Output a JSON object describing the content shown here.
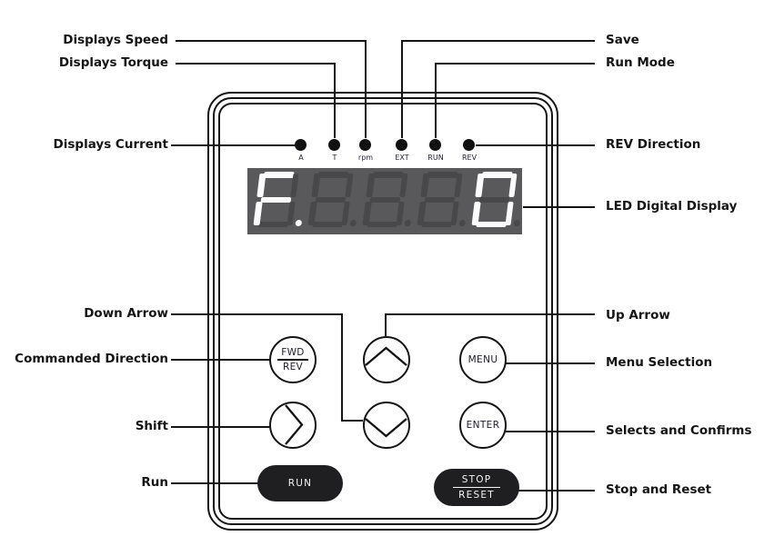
{
  "figure": {
    "type": "keypad-callout-diagram",
    "accent_color": "#141414",
    "background": "#ffffff"
  },
  "callouts_left": {
    "speed": "Displays Speed",
    "torque": "Displays Torque",
    "current": "Displays Current",
    "down_arrow": "Down Arrow",
    "commanded_direction": "Commanded Direction",
    "shift": "Shift",
    "run": "Run"
  },
  "callouts_right": {
    "save": "Save",
    "run_mode": "Run Mode",
    "rev_direction": "REV Direction",
    "led_display": "LED Digital Display",
    "up_arrow": "Up Arrow",
    "menu_selection": "Menu Selection",
    "selects_confirms": "Selects and Confirms",
    "stop_reset": "Stop and Reset"
  },
  "leds": {
    "a": "A",
    "t": "T",
    "rpm": "rpm",
    "ext": "EXT",
    "run": "RUN",
    "rev": "REV",
    "color": "#111111"
  },
  "display": {
    "value": "F.   0",
    "background": "#59595b",
    "lit_color": "#fbfbfb",
    "ghost_color": "#48484b",
    "digits": [
      {
        "char": "F.",
        "lit": [
          "a",
          "f",
          "g",
          "e"
        ],
        "dp": "lit"
      },
      {
        "char": "",
        "lit": [],
        "dp": "ghost"
      },
      {
        "char": "",
        "lit": [],
        "dp": "ghost"
      },
      {
        "char": "",
        "lit": [],
        "dp": "ghost"
      },
      {
        "char": "0",
        "lit": [
          "a",
          "b",
          "c",
          "d",
          "e",
          "f"
        ],
        "dp": "ghost"
      }
    ]
  },
  "buttons": {
    "fwd_rev": {
      "top": "FWD",
      "bottom": "REV"
    },
    "up": {
      "icon": "chevron-up-icon"
    },
    "menu": {
      "label": "MENU"
    },
    "shift": {
      "icon": "chevron-right-icon"
    },
    "down": {
      "icon": "chevron-down-icon"
    },
    "enter": {
      "label": "ENTER"
    },
    "run": {
      "label": "RUN"
    },
    "stop_reset": {
      "top": "STOP",
      "bottom": "RESET"
    }
  }
}
